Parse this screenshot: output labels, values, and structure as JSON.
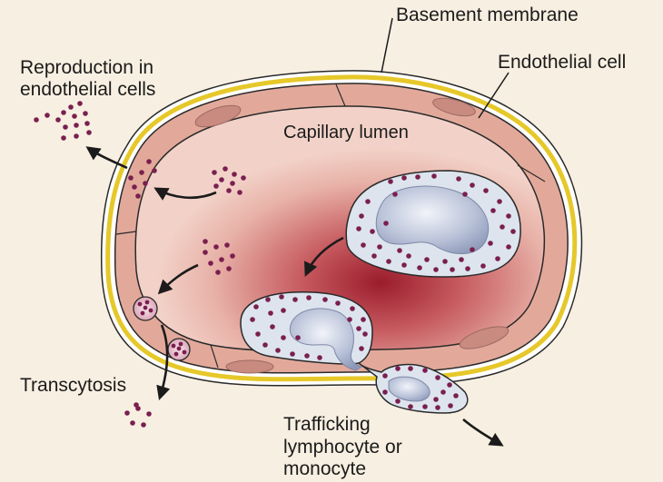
{
  "labels": {
    "basement_membrane": "Basement membrane",
    "endothelial_cell": "Endothelial cell",
    "reproduction_line1": "Reproduction in",
    "reproduction_line2": "endothelial cells",
    "capillary_lumen": "Capillary lumen",
    "transcytosis": "Transcytosis",
    "trafficking_line1": "Trafficking",
    "trafficking_line2": "lymphocyte or",
    "trafficking_line3": "monocyte"
  },
  "colors": {
    "background": "#f7efe1",
    "basement_membrane": "#e6c82a",
    "endothelium": "#e2a99a",
    "lumen_light": "#f2d2c8",
    "lumen_dark": "#9b1c2c",
    "cell_body": "#dde4ee",
    "nucleus": "#9aa6c2",
    "particle": "#7a1f4f",
    "outline": "#2a2a2a"
  }
}
